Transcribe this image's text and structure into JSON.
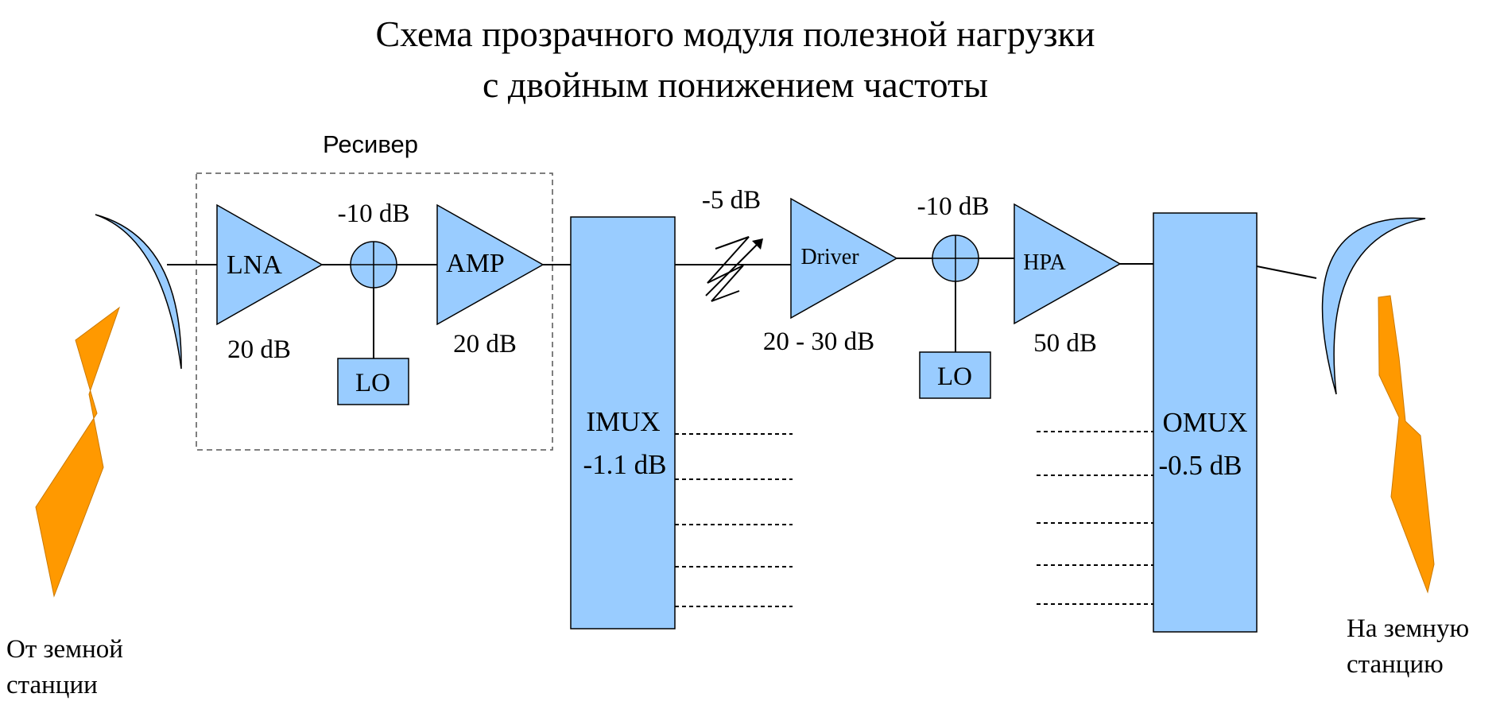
{
  "title": {
    "line1": "Схема прозрачного модуля полезной нагрузки",
    "line2": "с двойным понижением частоты"
  },
  "receiver": {
    "label": "Ресивер"
  },
  "blocks": {
    "lna": {
      "label": "LNA",
      "gain": "20 dB"
    },
    "mixer1": {
      "loss": "-10 dB"
    },
    "lo1": {
      "label": "LO"
    },
    "amp": {
      "label": "AMP",
      "gain": "20 dB"
    },
    "imux": {
      "label": "IMUX",
      "loss": "-1.1 dB"
    },
    "attenuator": {
      "loss": "-5 dB"
    },
    "driver": {
      "label": "Driver",
      "gain": "20 - 30 dB"
    },
    "mixer2": {
      "loss": "-10 dB"
    },
    "lo2": {
      "label": "LO"
    },
    "hpa": {
      "label": "HPA",
      "gain": "50 dB"
    },
    "omux": {
      "label": "OMUX",
      "loss": "-0.5 dB"
    }
  },
  "uplink": {
    "line1": "От земной",
    "line2": "станции"
  },
  "downlink": {
    "line1": "На земную",
    "line2": "станцию"
  },
  "colors": {
    "block_fill": "#99CCFF",
    "lightning": "#FF9900",
    "line": "#000000"
  }
}
